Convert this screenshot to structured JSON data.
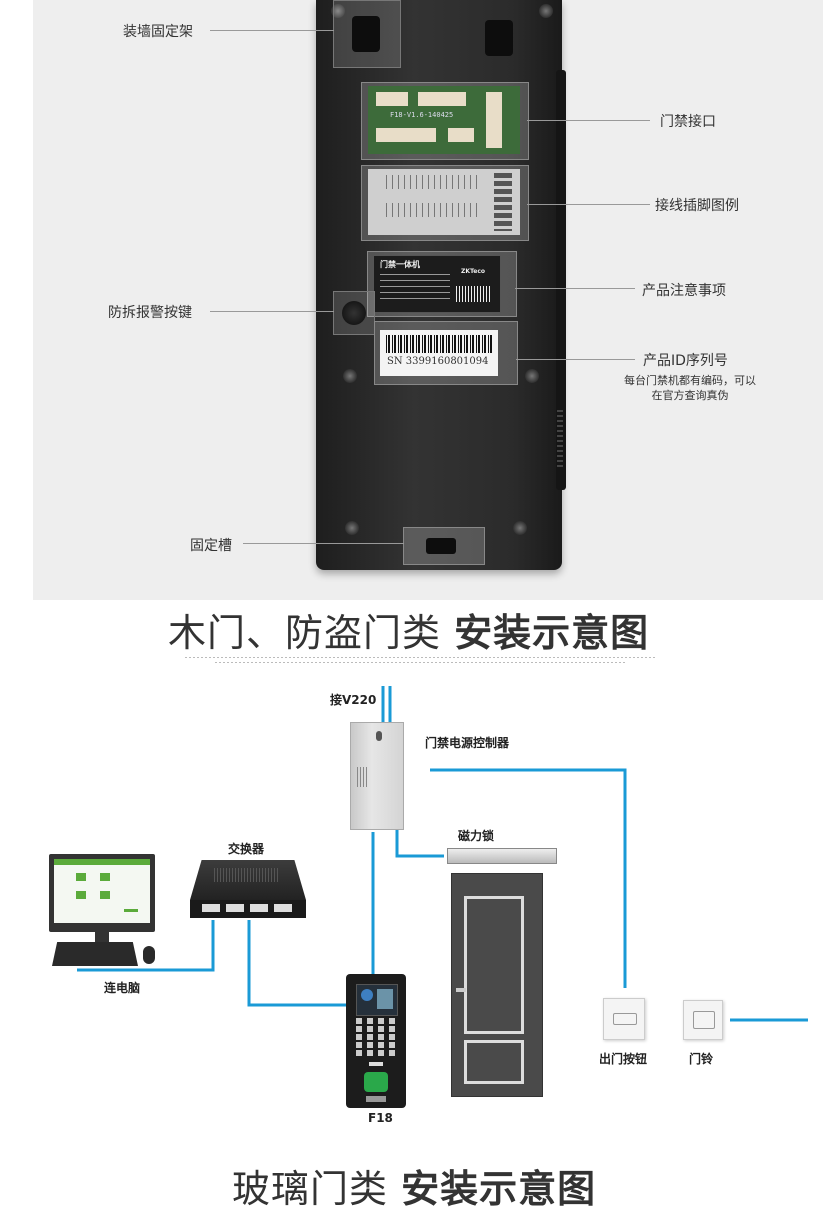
{
  "device_labels": {
    "wall_bracket": "装墙固定架",
    "access_interface": "门禁接口",
    "wiring_legend": "接线插脚图例",
    "product_notice": "产品注意事项",
    "tamper_button": "防拆报警按键",
    "serial_title": "产品ID序列号",
    "serial_note_1": "每台门禁机都有编码，可以",
    "serial_note_2": "在官方查询真伪",
    "fixing_slot": "固定槽"
  },
  "device_prints": {
    "pcb_text": "F18-V1.6-140425",
    "sticker_title": "门禁一体机",
    "brand": "ZKTeco",
    "serial": "SN  3399160801094"
  },
  "section1": {
    "title_light": "木门、防盗门类 ",
    "title_bold": "安装示意图"
  },
  "diagram": {
    "power_in": "接V220",
    "power_controller": "门禁电源控制器",
    "magnetic_lock": "磁力锁",
    "switch": "交换器",
    "computer": "连电脑",
    "exit_button": "出门按钮",
    "doorbell": "门铃",
    "device": "F18"
  },
  "section2": {
    "title_light": "玻璃门类 ",
    "title_bold": "安装示意图"
  },
  "colors": {
    "wire": "#1a9ad6",
    "device_body": "#2a2a2a",
    "panel_bg": "#eeeeee"
  }
}
